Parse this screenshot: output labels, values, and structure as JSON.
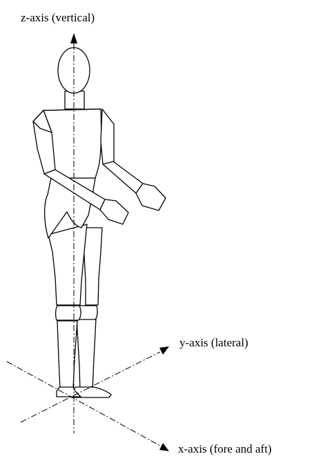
{
  "axes": {
    "z": {
      "label": "z-axis (vertical)"
    },
    "y": {
      "label": "y-axis (lateral)"
    },
    "x": {
      "label": "x-axis (fore and aft)"
    }
  },
  "colors": {
    "ink": "#000000",
    "background": "#ffffff"
  }
}
